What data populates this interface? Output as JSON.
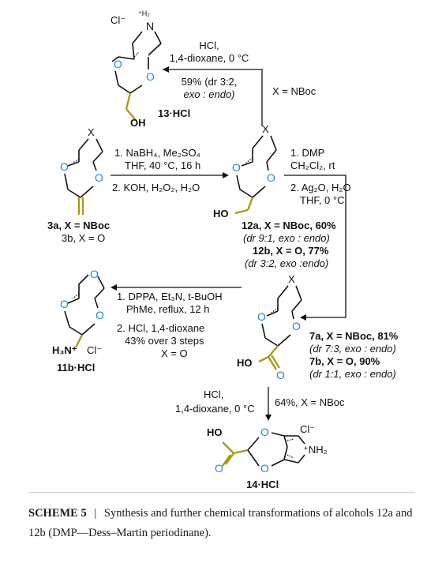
{
  "compounds": {
    "c13": {
      "label": "13·HCl",
      "counterion": "Cl⁻",
      "ammonium": "⁺H₂",
      "nitrogen": "N",
      "ring_o1": "O",
      "ring_o2": "O",
      "oh": "OH"
    },
    "c3": {
      "label1": "3a, X = NBoc",
      "label2": "3b, X = O",
      "x": "X",
      "ring_o1": "O",
      "ring_o2": "O"
    },
    "c12": {
      "label1": "12a, X = NBoc, 60%",
      "dr1": "(dr 9:1, exo : endo)",
      "label2": "12b, X = O, 77%",
      "dr2": "(dr 3:2, exo :endo)",
      "x": "X",
      "ring_o1": "O",
      "ring_o2": "O",
      "ho": "HO"
    },
    "c11": {
      "label": "11b·HCl",
      "ammonium": "H₃N⁺",
      "counterion": "Cl⁻",
      "ring_o1": "O",
      "ring_o2": "O",
      "ring_o3": "O"
    },
    "c7": {
      "label1": "7a, X = NBoc, 81%",
      "dr1": "(dr 7:3, exo : endo)",
      "label2": "7b, X = O, 90%",
      "dr2": "(dr 1:1, exo : endo)",
      "x": "X",
      "ring_o1": "O",
      "ring_o2": "O",
      "ho": "HO",
      "carbonyl_o": "O"
    },
    "c14": {
      "label": "14·HCl",
      "counterion": "Cl⁻",
      "ammonium": "⁺NH₂",
      "ring_o1": "O",
      "ring_o2": "O",
      "ho": "HO",
      "carbonyl_o": "O"
    }
  },
  "arrows": {
    "a_12_to_13": {
      "line1": "HCl,",
      "line2": "1,4-dioxane, 0 °C",
      "line3": "59% (dr 3:2,",
      "line4": "exo : endo)",
      "side": "X = NBoc"
    },
    "a_3_to_12": {
      "line1": "1. NaBH₄, Me₂SO₄",
      "line2": "THF, 40 °C, 16 h",
      "line3": "2. KOH, H₂O₂, H₂O"
    },
    "a_12_to_7": {
      "line1": "1. DMP",
      "line2": "CH₂Cl₂, rt",
      "line3": "2. Ag₂O, H₂O",
      "line4": "THF, 0 °C"
    },
    "a_7_to_11": {
      "line1": "1. DPPA, Et₃N, t-BuOH",
      "line2": "PhMe, reflux, 12 h",
      "line3": "2. HCl, 1,4-dioxane",
      "line4": "43% over 3 steps",
      "line5": "X = O"
    },
    "a_7_to_14": {
      "line1": "HCl,",
      "line2": "1,4-dioxane, 0 °C",
      "side": "64%, X = NBoc"
    }
  },
  "caption": {
    "title": "SCHEME 5",
    "separator": "|",
    "text": "Synthesis and further chemical transformations of alcohols 12a and 12b (DMP—Dess–Martin periodinane)."
  },
  "colors": {
    "oxygen": "#1c8bc9",
    "highlight": "#a89a1c",
    "ink": "#111111"
  }
}
